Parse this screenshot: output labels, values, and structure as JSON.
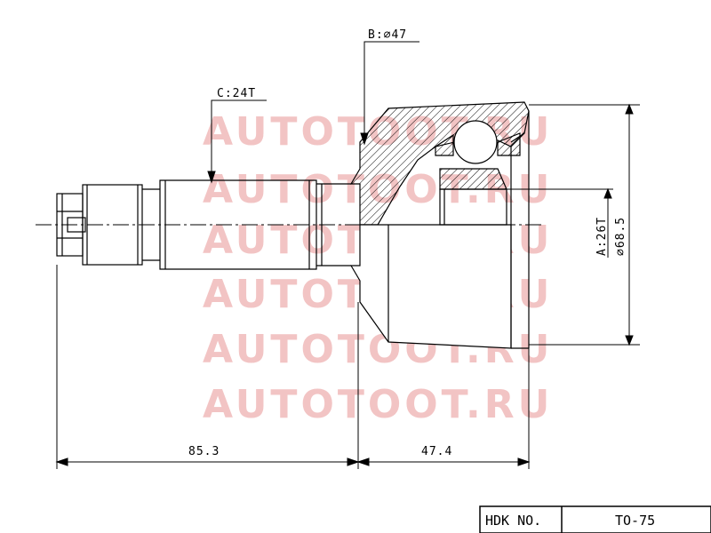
{
  "labels": {
    "b": "B:⌀47",
    "c": "C:24T",
    "a": "A:26T",
    "dia": "⌀68.5",
    "len_left": "85.3",
    "len_right": "47.4"
  },
  "watermark": {
    "lines": [
      "AUTOTOOT.RU",
      "AUTOTOOT.RU",
      "AUTOTOOT.RU",
      "AUTOTOOT.RU",
      "AUTOTOOT.RU",
      "AUTOTOOT.RU"
    ],
    "color": "#f2c4c4"
  },
  "title_block": {
    "label": "HDK NO.",
    "part_number": "TO-75"
  }
}
